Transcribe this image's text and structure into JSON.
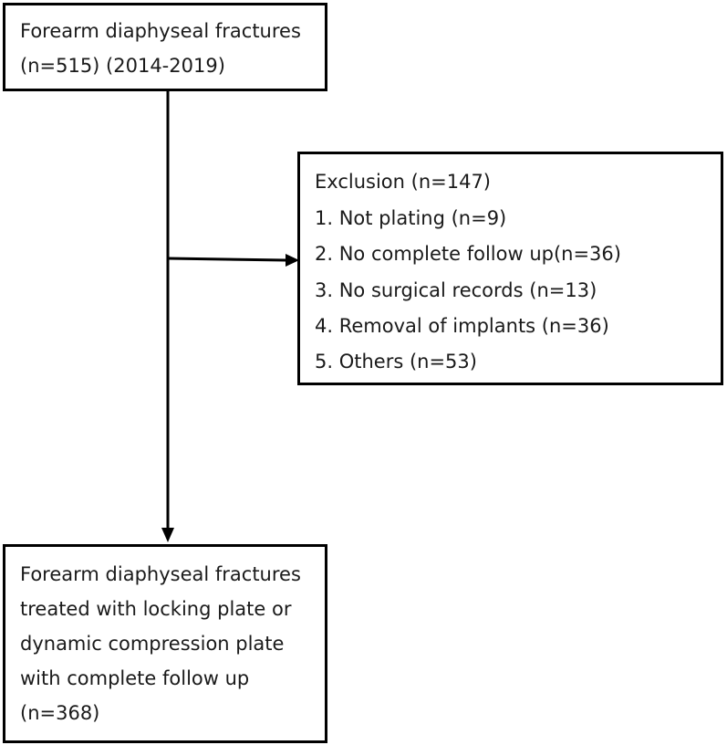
{
  "flowchart": {
    "top_box": {
      "lines": [
        "Forearm diaphyseal fractures",
        "(n=515) (2014-2019)"
      ]
    },
    "exclusion_box": {
      "lines": [
        "Exclusion (n=147)",
        "1. Not plating (n=9)",
        "2. No complete follow up(n=36)",
        "3. No surgical records (n=13)",
        "4. Removal of implants (n=36)",
        "5. Others (n=53)"
      ]
    },
    "bottom_box": {
      "lines": [
        "Forearm diaphyseal fractures",
        "treated with locking plate or",
        "dynamic compression plate",
        "with complete follow up",
        "(n=368)"
      ]
    }
  }
}
